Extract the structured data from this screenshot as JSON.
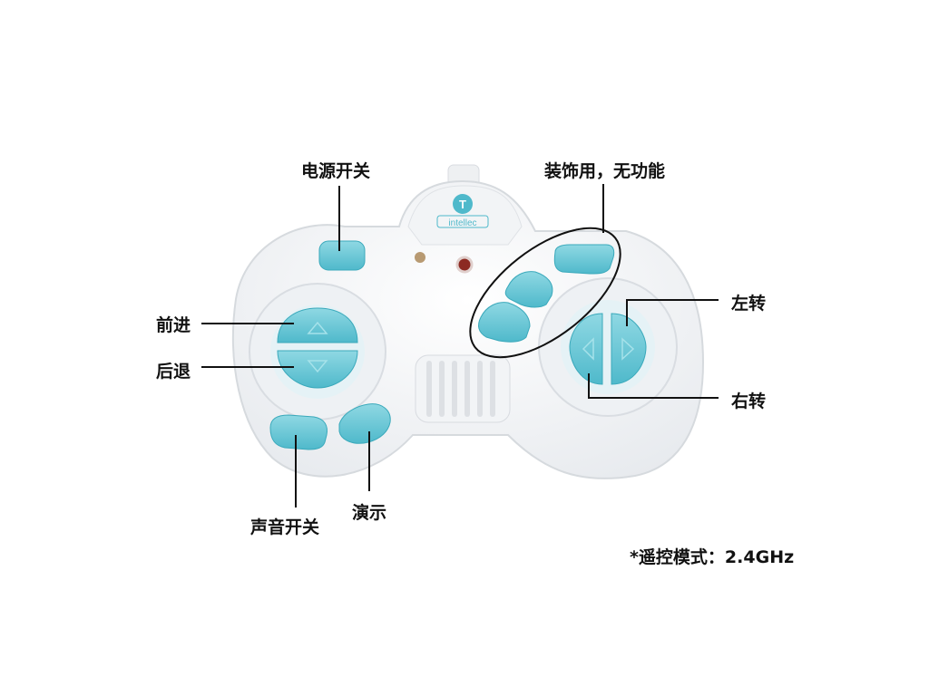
{
  "brand": {
    "logo_text": "intellec",
    "logo_mark": "T"
  },
  "labels": {
    "power_switch": "电源开关",
    "decorative": "装饰用，无功能",
    "forward": "前进",
    "backward": "后退",
    "turn_left": "左转",
    "turn_right": "右转",
    "sound_switch": "声音开关",
    "demo": "演示"
  },
  "footnote": "*遥控模式：2.4GHz",
  "colors": {
    "body": "#f5f6f8",
    "button": "#6cc8d6",
    "button_dark": "#3fb3c6",
    "led_left": "#b89a72",
    "led_right": "#8c2a22"
  }
}
